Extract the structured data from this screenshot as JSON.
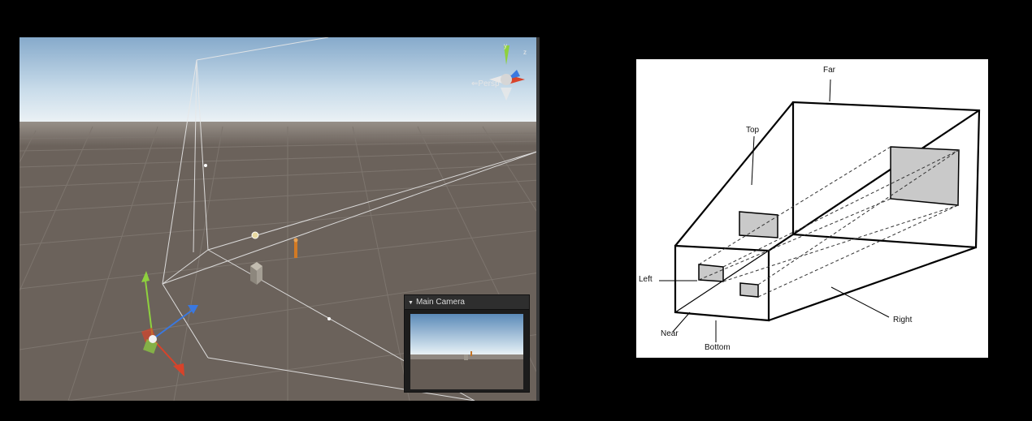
{
  "scene_view": {
    "persp_label": "Persp",
    "axis_labels": {
      "y": "y",
      "z": "z"
    },
    "sky_top": "#7fa6cc",
    "sky_bottom": "#e4eef6",
    "ground": "#6b625b"
  },
  "camera_preview": {
    "title": "Main Camera"
  },
  "frustum_diagram": {
    "labels": {
      "far": "Far",
      "top": "Top",
      "left": "Left",
      "near": "Near",
      "bottom": "Bottom",
      "right": "Right"
    }
  }
}
